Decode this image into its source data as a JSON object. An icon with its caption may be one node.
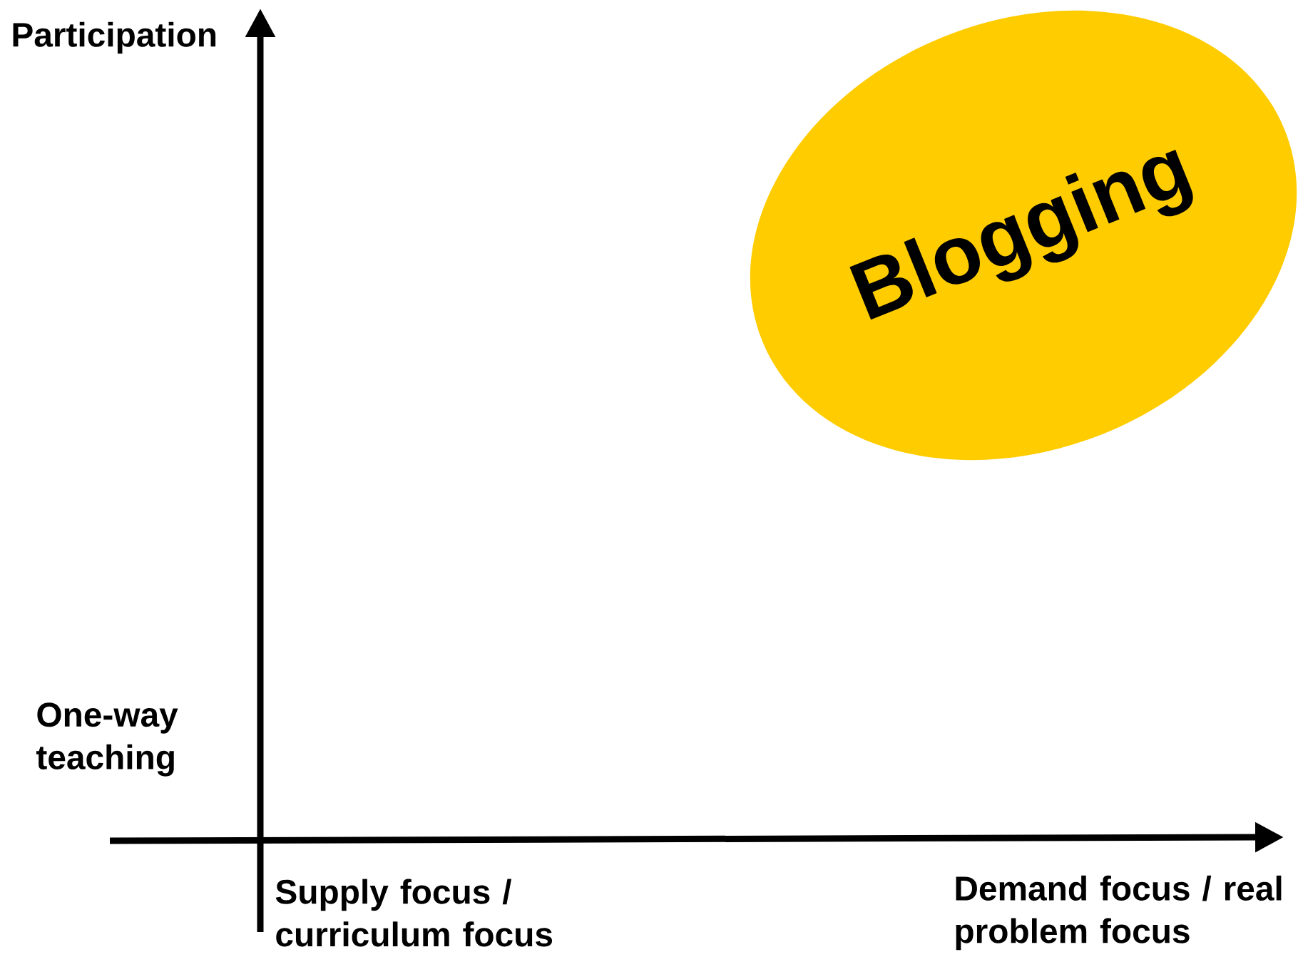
{
  "diagram": {
    "nodes": [
      {
        "text": [
          "Blogging"
        ]
      }
    ],
    "labels": [
      "Participation",
      "One-way teaching",
      "Supply focus / curriculum focus",
      "Demand focus / real problem focus"
    ]
  }
}
